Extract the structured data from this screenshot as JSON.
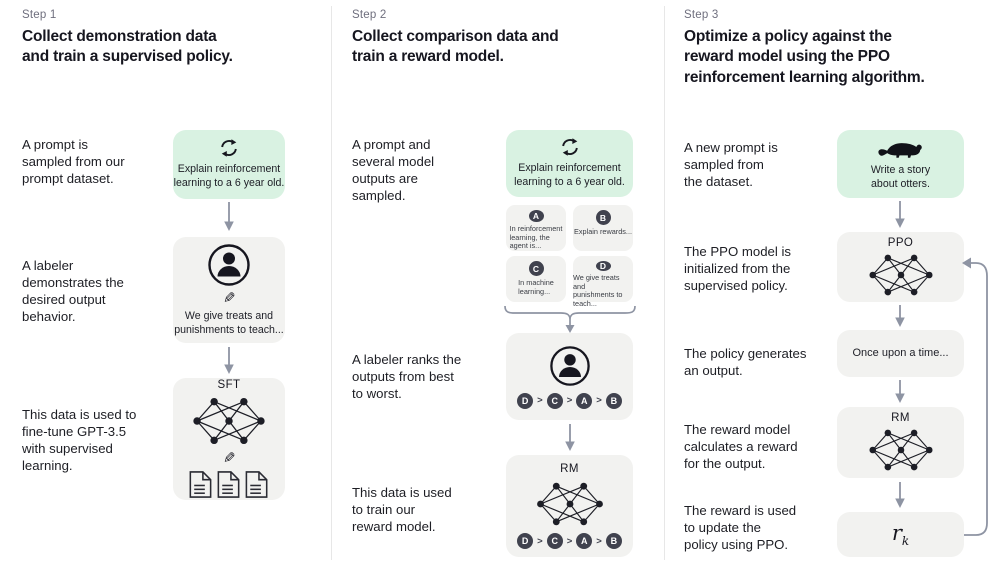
{
  "colors": {
    "prompt_green": "#d9f2e2",
    "box_gray": "#f2f2f0",
    "dark_circle": "#40424e",
    "arrow_gray": "#8e94a3",
    "step_label_gray": "#6f6f7e"
  },
  "icons": {
    "pencil": "✎"
  },
  "columns": [
    {
      "step_label": "Step 1",
      "title": "Collect demonstration data\nand train a supervised policy.",
      "captions": [
        "A prompt is\nsampled from our\nprompt dataset.",
        "A labeler\ndemonstrates the\ndesired output\nbehavior.",
        "This data is used to\nfine-tune GPT-3.5\nwith supervised\nlearning."
      ],
      "prompt_box": {
        "text": "Explain reinforcement\nlearning to a 6 year old."
      },
      "labeler_box": {
        "text": "We give treats and\npunishments to teach..."
      },
      "model_box": {
        "label": "SFT"
      }
    },
    {
      "step_label": "Step 2",
      "title": "Collect comparison data and\ntrain a reward model.",
      "captions": [
        "A prompt and\nseveral model\noutputs are\nsampled.",
        "A labeler ranks the\noutputs from best\nto worst.",
        "This data is used\nto train our\nreward model."
      ],
      "prompt_box": {
        "text": "Explain reinforcement\nlearning to a 6 year old."
      },
      "outputs": [
        {
          "letter": "A",
          "text": "In reinforcement\nlearning, the\nagent is..."
        },
        {
          "letter": "B",
          "text": "Explain rewards..."
        },
        {
          "letter": "C",
          "text": "In machine\nlearning..."
        },
        {
          "letter": "D",
          "text": "We give treats and\npunishments to\nteach..."
        }
      ],
      "ranking": {
        "letters": [
          "D",
          "C",
          "A",
          "B"
        ],
        "separator": ">"
      },
      "model_box": {
        "label": "RM"
      }
    },
    {
      "step_label": "Step 3",
      "title": "Optimize a policy against the\nreward model using the PPO\nreinforcement learning algorithm.",
      "captions": [
        "A new prompt is\nsampled from\nthe dataset.",
        "The PPO model is\ninitialized from the\nsupervised policy.",
        "The policy generates\nan output.",
        "The reward model\ncalculates a reward\nfor the output.",
        "The reward is used\nto update the\npolicy using PPO."
      ],
      "prompt_box": {
        "text": "Write a story\nabout otters."
      },
      "ppo_box": {
        "label": "PPO"
      },
      "output_box": {
        "text": "Once upon a time..."
      },
      "rm_box": {
        "label": "RM"
      },
      "reward_box": {
        "base": "r",
        "subscript": "k"
      }
    }
  ]
}
